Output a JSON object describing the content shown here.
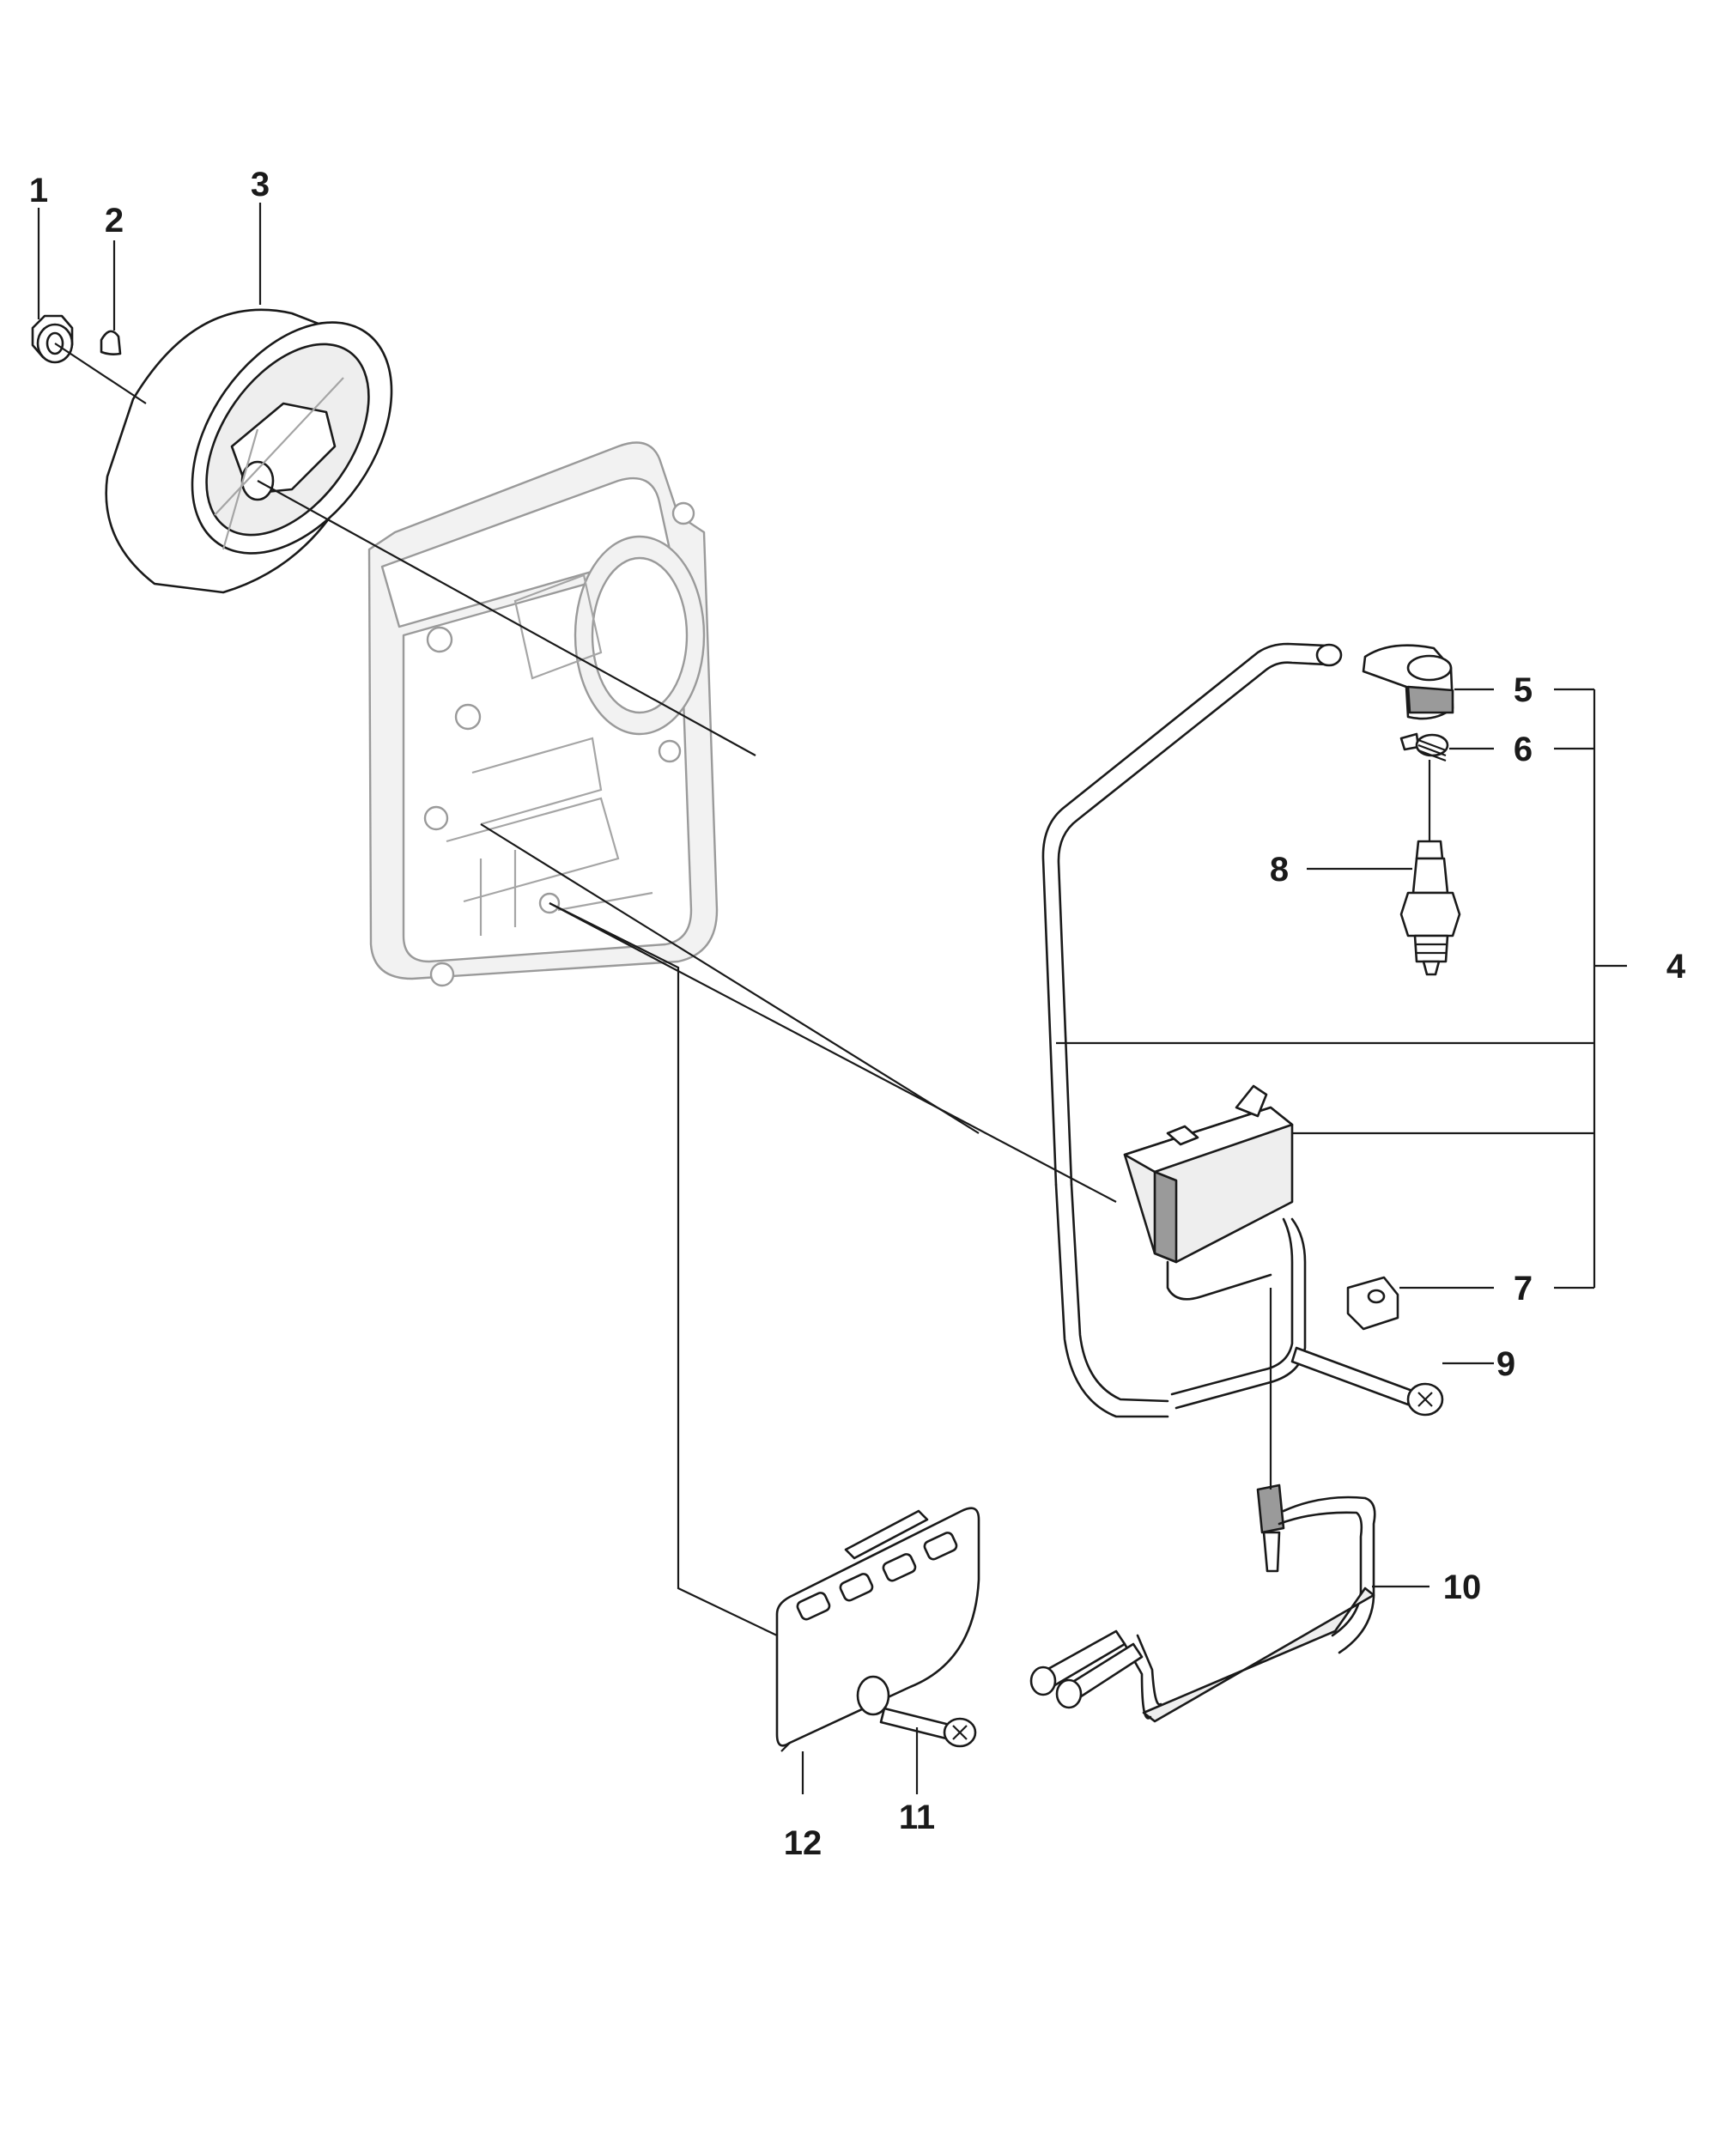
{
  "diagram": {
    "callouts": [
      {
        "id": "c1",
        "text": "1"
      },
      {
        "id": "c2",
        "text": "2"
      },
      {
        "id": "c3",
        "text": "3"
      },
      {
        "id": "c4",
        "text": "4"
      },
      {
        "id": "c5",
        "text": "5"
      },
      {
        "id": "c6",
        "text": "6"
      },
      {
        "id": "c7",
        "text": "7"
      },
      {
        "id": "c8",
        "text": "8"
      },
      {
        "id": "c9",
        "text": "9"
      },
      {
        "id": "c10",
        "text": "10"
      },
      {
        "id": "c11",
        "text": "11"
      },
      {
        "id": "c12",
        "text": "12"
      }
    ],
    "parts": [
      {
        "callout": "1",
        "icon": "flange-nut-icon"
      },
      {
        "callout": "2",
        "icon": "woodruff-key-icon"
      },
      {
        "callout": "3",
        "icon": "flywheel-icon"
      },
      {
        "callout": "4",
        "icon": "ignition-module-group-bracket"
      },
      {
        "callout": "5",
        "icon": "spark-plug-cap-icon"
      },
      {
        "callout": "6",
        "icon": "spring-icon"
      },
      {
        "callout": "7",
        "icon": "clip-icon"
      },
      {
        "callout": "8",
        "icon": "spark-plug-icon"
      },
      {
        "callout": "9",
        "icon": "screw-icon"
      },
      {
        "callout": "10",
        "icon": "short-circuit-cable-icon"
      },
      {
        "callout": "11",
        "icon": "screw-icon"
      },
      {
        "callout": "12",
        "icon": "cover-plate-icon"
      }
    ],
    "colors": {
      "ink": "#1a1a1a",
      "ghost": "#9a9a9a",
      "background": "#ffffff"
    }
  }
}
